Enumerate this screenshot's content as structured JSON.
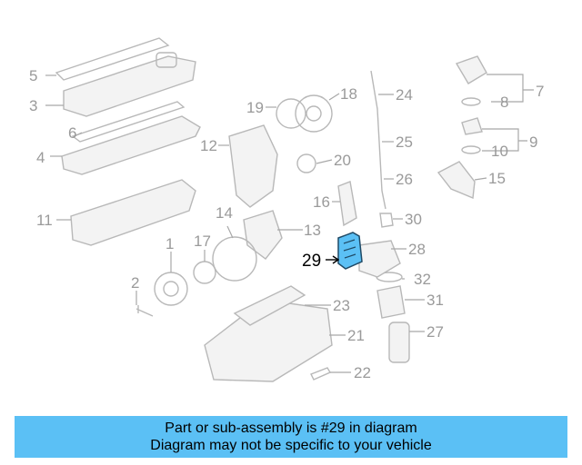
{
  "diagram": {
    "highlight_color": "#5bc0f5",
    "highlighted_part": "29",
    "callouts": [
      "1",
      "2",
      "3",
      "4",
      "5",
      "6",
      "7",
      "8",
      "9",
      "10",
      "11",
      "12",
      "13",
      "14",
      "15",
      "16",
      "17",
      "18",
      "19",
      "20",
      "21",
      "22",
      "23",
      "24",
      "25",
      "26",
      "27",
      "28",
      "29",
      "30",
      "31",
      "32"
    ]
  },
  "caption": {
    "line1": "Part or sub-assembly is #29 in diagram",
    "line2": "Diagram may not be specific to your vehicle"
  }
}
